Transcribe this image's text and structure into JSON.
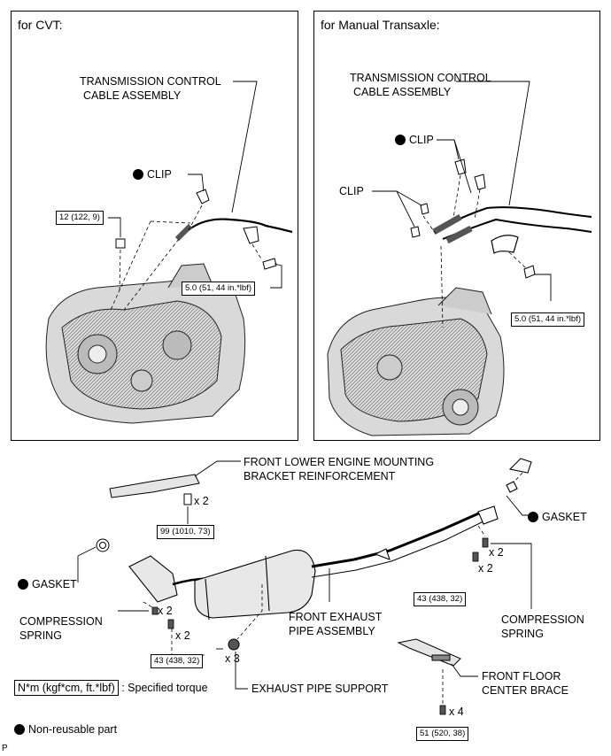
{
  "panels": {
    "cvt_title": "for CVT:",
    "manual_title": "for Manual Transaxle:"
  },
  "labels": {
    "cvt_cable": [
      "TRANSMISSION CONTROL",
      "CABLE ASSEMBLY"
    ],
    "cvt_clip": "CLIP",
    "manual_cable": [
      "TRANSMISSION CONTROL",
      "CABLE ASSEMBLY"
    ],
    "manual_clip_marked": "CLIP",
    "manual_clip": "CLIP",
    "bracket": [
      "FRONT LOWER ENGINE MOUNTING",
      "BRACKET REINFORCEMENT"
    ],
    "gasket_right": "GASKET",
    "gasket_left": "GASKET",
    "compression_left": [
      "COMPRESSION",
      "SPRING"
    ],
    "compression_right": [
      "COMPRESSION",
      "SPRING"
    ],
    "front_exhaust": [
      "FRONT EXHAUST",
      "PIPE ASSEMBLY"
    ],
    "exhaust_support": "EXHAUST PIPE SUPPORT",
    "floor_brace": [
      "FRONT FLOOR",
      "CENTER BRACE"
    ]
  },
  "torques": {
    "cvt_nut": "12 (122, 9)",
    "cvt_bolt": "5.0 (51, 44 in.*lbf)",
    "manual_bolt": "5.0 (51, 44 in.*lbf)",
    "bracket_bolt": "99 (1010, 73)",
    "left_bolt": "43 (438, 32)",
    "right_bolt": "43 (438, 32)",
    "brace_bolt": "51 (520, 38)"
  },
  "quantities": {
    "bracket_bolts": "x 2",
    "left_springs": "x 2",
    "left_bolts": "x 2",
    "right_springs": "x 2",
    "right_bolts": "x 2",
    "supports": "x 3",
    "brace_bolts": "x 4"
  },
  "legend": {
    "torque_units": "N*m (kgf*cm, ft.*lbf)",
    "torque_text": ": Specified torque",
    "nonreusable": "Non-reusable part"
  },
  "corner_mark": "P"
}
